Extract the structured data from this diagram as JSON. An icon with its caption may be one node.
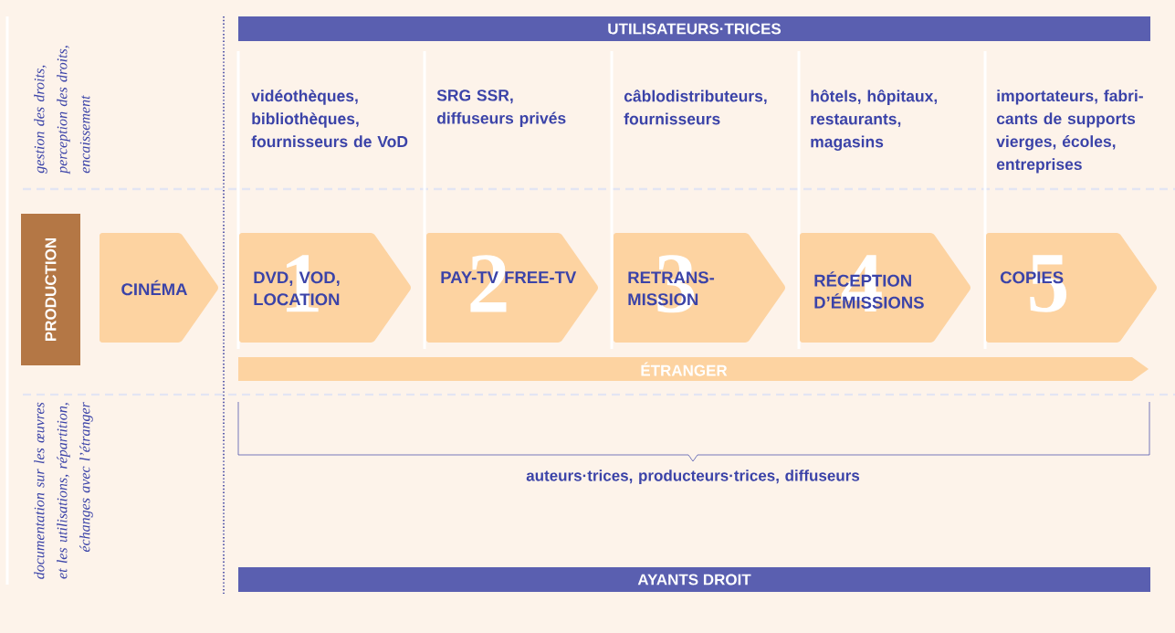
{
  "diagram": {
    "nodes": [
      {
        "text": [
          "UTILISATEURS·TRICES"
        ]
      },
      {
        "text": [
          "PRODUCTION"
        ]
      },
      {
        "text": [
          "CINÉMA"
        ]
      },
      {
        "text": [
          "1",
          "DVD, VOD, LOCATION"
        ]
      },
      {
        "text": [
          "2",
          "PAY-TV FREE-TV"
        ]
      },
      {
        "text": [
          "3",
          "RETRANS- MISSION"
        ]
      },
      {
        "text": [
          "4",
          "RÉCEPTION D’ÉMISSIONS"
        ]
      },
      {
        "text": [
          "5",
          "COPIES"
        ]
      },
      {
        "text": [
          "ÉTRANGER"
        ]
      },
      {
        "text": [
          "AYANTS DROIT"
        ]
      }
    ],
    "labels": [
      "gestion des droits, perception des droits, encaissement",
      "documentation sur les œuvres et les utilisations, répartition, échanges avec l’étranger",
      "vidéothèques, bibliothèques, fournisseurs de VoD",
      "SRG SSR, diffuseurs privés",
      "câblodistributeurs, fournisseurs",
      "hôtels, hôpitaux, restaurants, magasins",
      "importateurs, fabri- cants de supports vierges, écoles, entreprises",
      "auteurs·trices, producteurs·trices, diffuseurs"
    ]
  }
}
